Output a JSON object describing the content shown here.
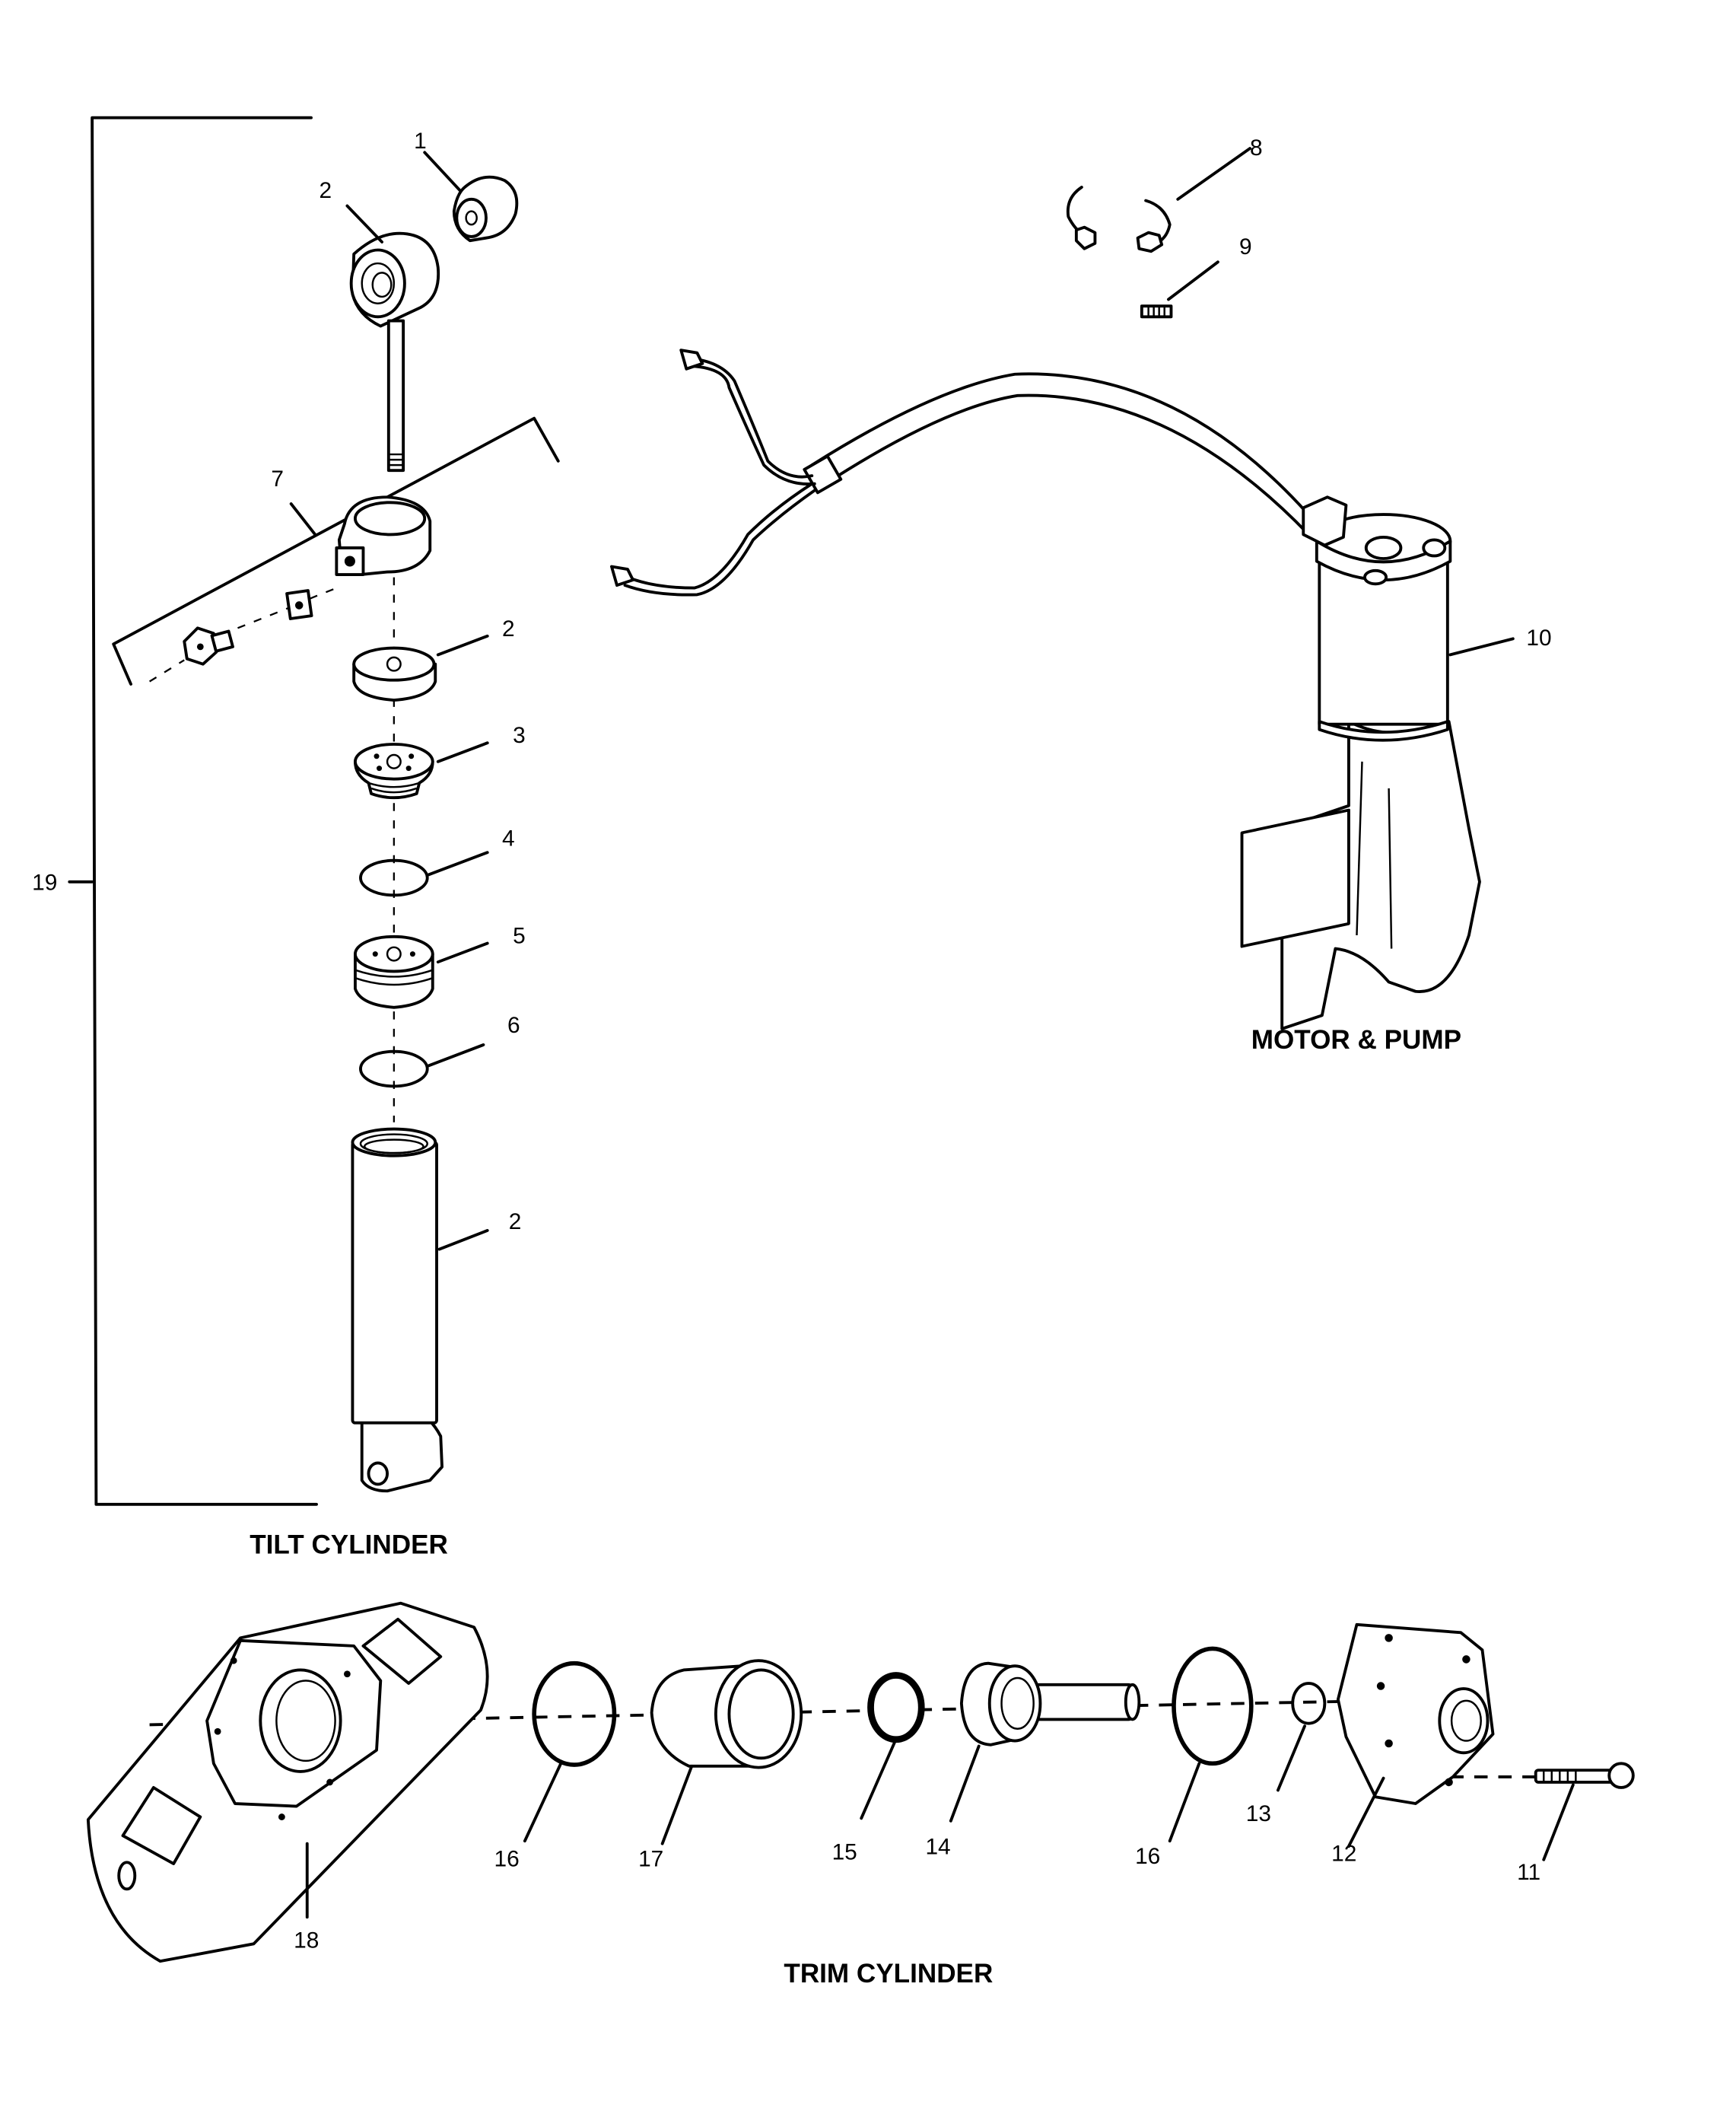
{
  "diagram": {
    "type": "exploded-parts-diagram",
    "sections": [
      {
        "id": "tilt",
        "caption": "TILT CYLINDER"
      },
      {
        "id": "motor",
        "caption": "MOTOR & PUMP"
      },
      {
        "id": "trim",
        "caption": "TRIM CYLINDER"
      }
    ],
    "callouts": {
      "c1": "1",
      "c2a": "2",
      "c2b": "2",
      "c2c": "2",
      "c3": "3",
      "c4": "4",
      "c5": "5",
      "c6": "6",
      "c7": "7",
      "c8": "8",
      "c9": "9",
      "c10": "10",
      "c11": "11",
      "c12": "12",
      "c13": "13",
      "c14": "14",
      "c15": "15",
      "c16a": "16",
      "c16b": "16",
      "c17": "17",
      "c18": "18",
      "c19": "19"
    },
    "colors": {
      "ink": "#000000",
      "paper": "#ffffff"
    }
  }
}
